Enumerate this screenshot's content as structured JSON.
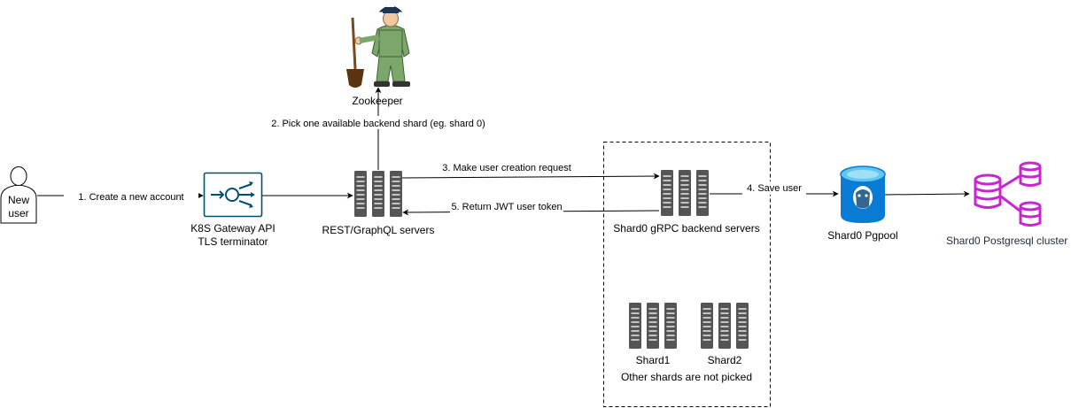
{
  "nodes": {
    "new_user": {
      "line1": "New",
      "line2": "user"
    },
    "gateway": {
      "line1": "K8S Gateway API",
      "line2": "TLS terminator",
      "color": "#005073"
    },
    "rest_servers": {
      "label": "REST/GraphQL servers"
    },
    "zookeeper": {
      "label": "Zookeeper"
    },
    "shard0_backend": {
      "label": "Shard0 gRPC backend servers"
    },
    "pgpool": {
      "label": "Shard0 Pgpool"
    },
    "postgres": {
      "label": "Shard0 Postgresql cluster",
      "color": "#c925d1",
      "label_color": "#232f3e"
    },
    "shard1": {
      "label": "Shard1"
    },
    "shard2": {
      "label": "Shard2"
    },
    "shards_note": "Other shards are not picked"
  },
  "edges": {
    "e1": "1. Create a new account",
    "e2": "2. Pick one available backend shard (eg. shard 0)",
    "e3": "3. Make user creation request",
    "e4": "4. Save user",
    "e5": "5. Return JWT user token"
  },
  "icons": {
    "server": "server-rack-icon",
    "person": "person-icon",
    "gateway": "gateway-icon",
    "zookeeper": "zookeeper-figure-icon",
    "pgpool": "postgresql-database-icon",
    "cluster": "database-cluster-icon"
  },
  "colors": {
    "server": "#555555",
    "edge": "#000000",
    "pg_top": "#5ec8f2",
    "pg_body": "#0a7bd4"
  }
}
